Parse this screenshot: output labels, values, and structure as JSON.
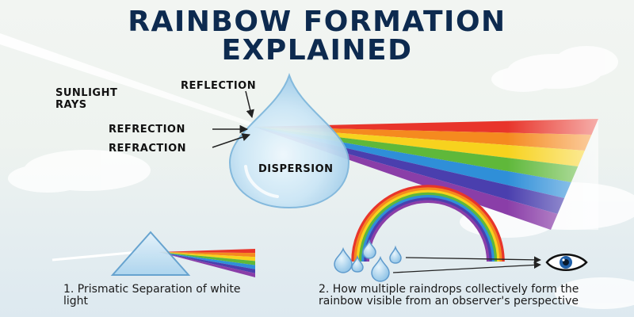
{
  "title": {
    "line1": "RAINBOW FORMATION",
    "line2": "EXPLAINED"
  },
  "labels": {
    "sunlight": "SUNLIGHT RAYS",
    "reflection": "REFLECTION",
    "refrection": "REFRECTION",
    "refraction": "REFRACTION",
    "dispersion": "DISPERSION"
  },
  "captions": {
    "prism": "1. Prismatic Separation of white light",
    "observer": "2. How multiple raindrops collectively form the rainbow visible from an observer's perspective"
  },
  "colors": {
    "title": "#0d2a4f",
    "spectrum": [
      "#e8352b",
      "#f58a1f",
      "#f7d21e",
      "#5fb83a",
      "#2f8fd8",
      "#4a3fae",
      "#8a3ea8"
    ],
    "drop_fill": "#b9dcf2",
    "drop_edge": "#7fb7dc",
    "eye_iris": "#1f5fa8"
  },
  "icons": [
    "sunlight-ray",
    "water-drop",
    "prism",
    "rainbow-arc",
    "eye-icon",
    "arrow-icon"
  ]
}
